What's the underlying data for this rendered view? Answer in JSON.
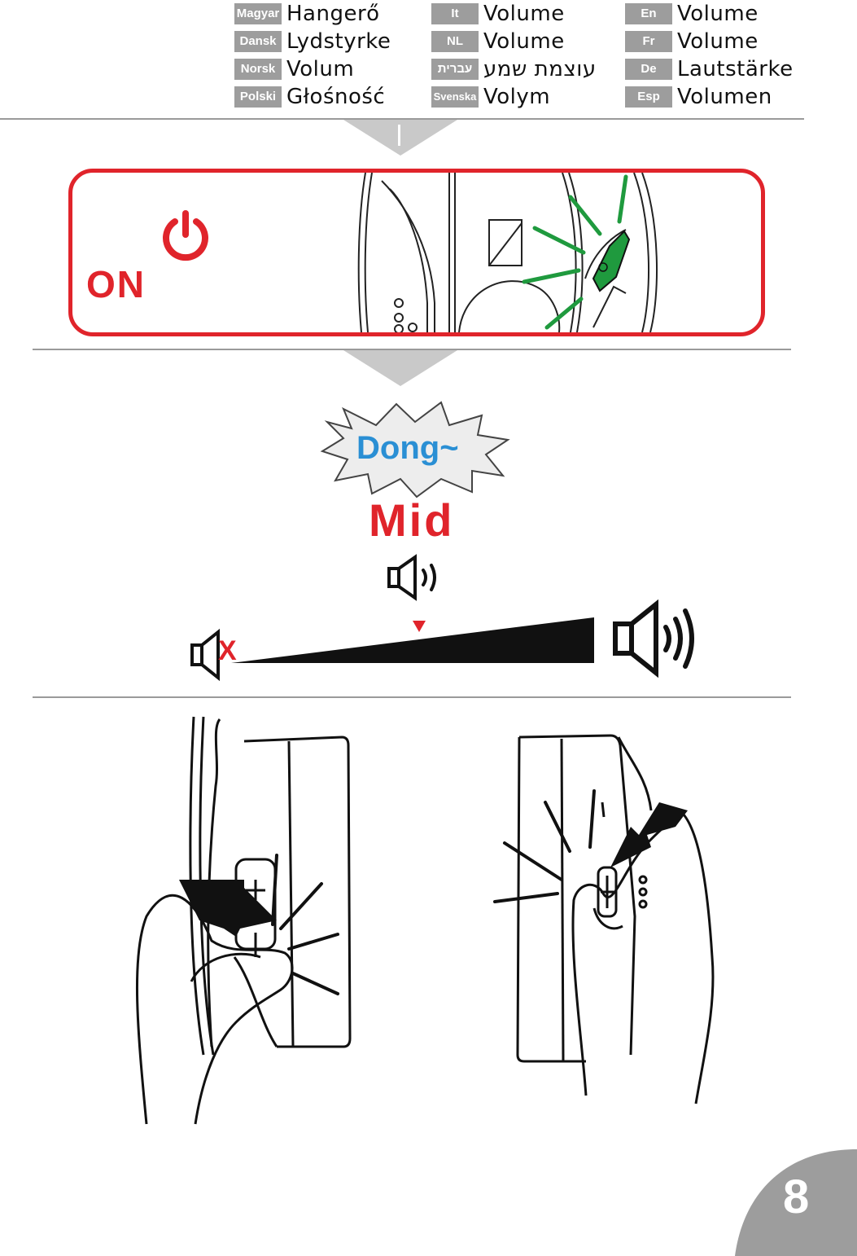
{
  "languages": [
    {
      "tag": "Magyar",
      "word": "Hangerő"
    },
    {
      "tag": "Dansk",
      "word": "Lydstyrke"
    },
    {
      "tag": "Norsk",
      "word": "Volum"
    },
    {
      "tag": "Polski",
      "word": "Głośność"
    },
    {
      "tag": "It",
      "word": "Volume"
    },
    {
      "tag": "NL",
      "word": "Volume"
    },
    {
      "tag": "עברית",
      "word": "עוצמת שמע"
    },
    {
      "tag": "Svenska",
      "word": "Volym"
    },
    {
      "tag": "En",
      "word": "Volume"
    },
    {
      "tag": "Fr",
      "word": "Volume"
    },
    {
      "tag": "De",
      "word": "Lautstärke"
    },
    {
      "tag": "Esp",
      "word": "Volumen"
    }
  ],
  "power_step": {
    "label": "ON",
    "icon": "power-icon"
  },
  "sound": {
    "dong": "Dong~",
    "level": "Mid",
    "mute_mark": "X"
  },
  "page_number": "8",
  "colors": {
    "accent_red": "#e0242b",
    "button_green": "#1f9a3e",
    "dong_blue": "#2a8fd4",
    "tag_gray": "#9d9d9d"
  }
}
